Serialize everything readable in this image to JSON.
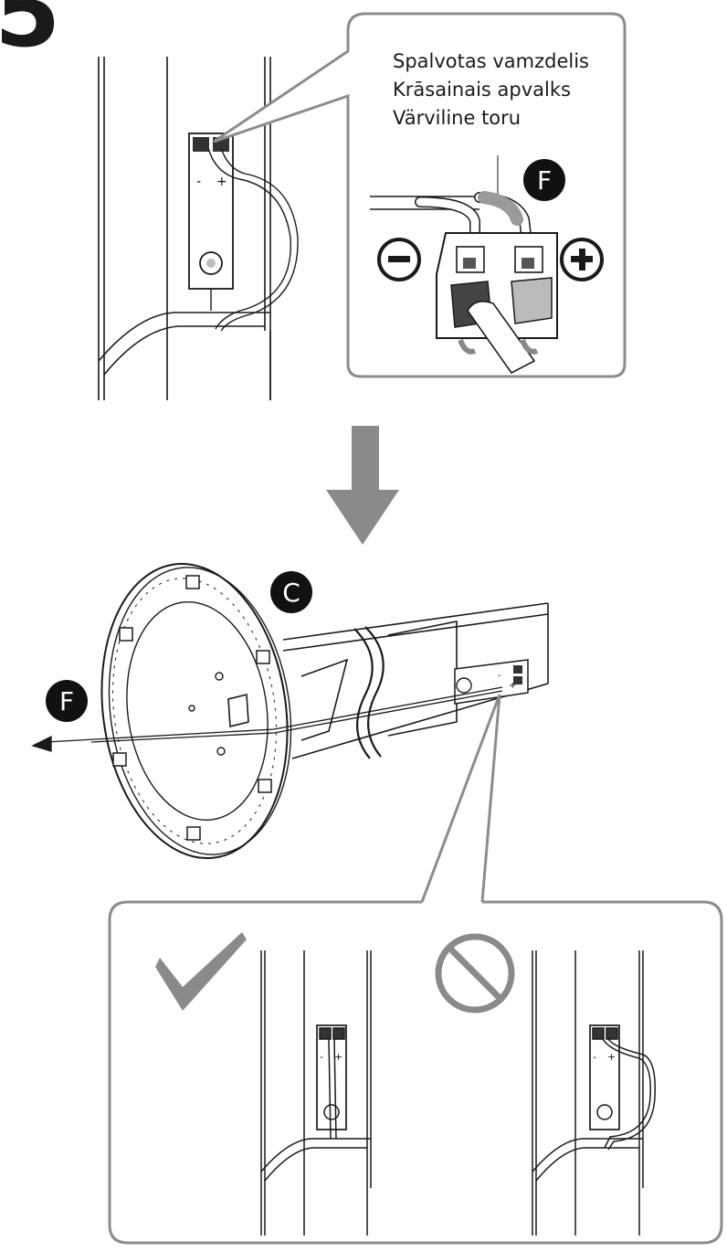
{
  "step": {
    "number": "5"
  },
  "callout": {
    "lines": [
      "Spalvotas vamzdelis",
      "Krāsainais apvalks",
      "Värviline toru"
    ],
    "badge_label": "F"
  },
  "terminal": {
    "minus": "-",
    "plus": "+"
  },
  "assembly": {
    "badge_c": "C",
    "badge_f": "F"
  },
  "colors": {
    "ink": "#1a1a1a",
    "gray_arrow": "#8a8a8a",
    "frame": "#8c8c8c",
    "tube": "#9a9a9a"
  },
  "icons": [
    "check-icon",
    "prohibited-icon",
    "minus-circle-icon",
    "plus-circle-icon",
    "down-arrow-icon"
  ]
}
